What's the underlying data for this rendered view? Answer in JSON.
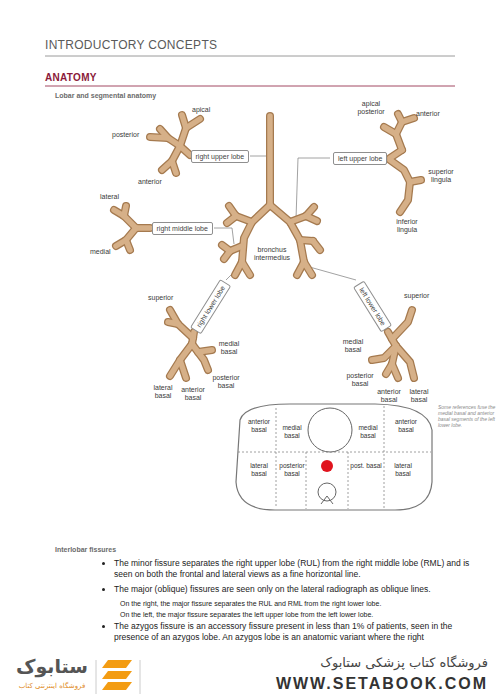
{
  "diagram": {
    "title": "INTRODUCTORY CONCEPTS",
    "nodes": [
      {
        "text": [
          "right upper lobe"
        ]
      },
      {
        "text": [
          "left upper lobe"
        ]
      },
      {
        "text": [
          "right middle lobe"
        ]
      },
      {
        "text": [
          "right lower lobe"
        ]
      },
      {
        "text": [
          "left lower lobe"
        ]
      }
    ],
    "labels": [
      "ANATOMY",
      "Lobar and segmental anatomy",
      "apical",
      "posterior",
      "anterior",
      "apical posterior",
      "anterior",
      "superior lingula",
      "inferior lingula",
      "lateral",
      "medial",
      "bronchus intermedius",
      "superior",
      "medial basal",
      "posterior basal",
      "lateral basal",
      "anterior basal",
      "superior",
      "medial basal",
      "posterior basal",
      "anterior basal",
      "lateral basal",
      "anterior basal",
      "medial basal",
      "medial basal",
      "anterior basal",
      "lateral basal",
      "posterior basal",
      "post. basal",
      "lateral basal",
      "Some references fuse the medial basal and anterior basal segments of the left lower lobe.",
      "Interlobar fissures",
      "The minor fissure separates the right upper lobe (RUL) from the right middle lobe (RML) and is seen on both the frontal and lateral views as a fine horizontal line.",
      "The major (oblique) fissures are seen only on the lateral radiograph as oblique lines.",
      "On the right, the major fissure separates the RUL and RML from the right lower lobe.",
      "On the left, the major fissure separates the left upper lobe from the left lower lobe.",
      "The azygos fissure is an accessory fissure present in less than 1% of patients, seen in the presence of an azygos lobe. An azygos lobe is an anatomic variant where the right",
      "ستابوک",
      "فروشگاه اینترنتی کتاب",
      "فروشگاه کتاب پزشکی ستابوک",
      "WWW.SETABOOK.COM"
    ]
  }
}
